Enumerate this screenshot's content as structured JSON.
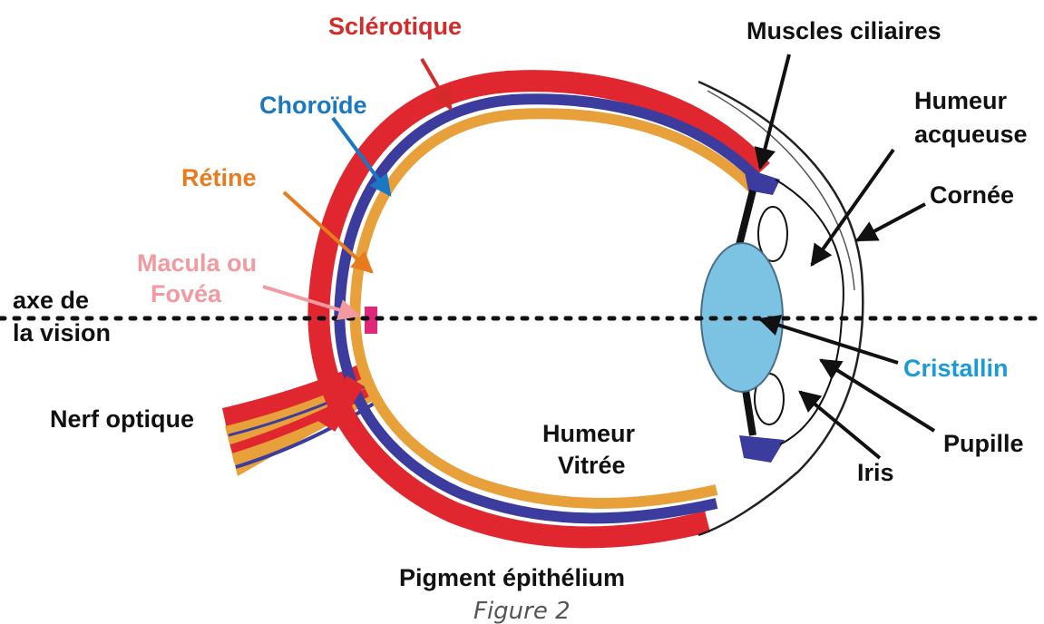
{
  "labels": {
    "sclerotique": "Sclérotique",
    "choroide": "Choroïde",
    "retine": "Rétine",
    "macula_l1": "Macula ou",
    "macula_l2": "Fovéa",
    "axe_l1": "axe de",
    "axe_l2": "la vision",
    "nerf": "Nerf optique",
    "muscles": "Muscles ciliaires",
    "humeur_aq_l1": "Humeur",
    "humeur_aq_l2": "acqueuse",
    "cornee": "Cornée",
    "cristallin": "Cristallin",
    "pupille": "Pupille",
    "iris": "Iris",
    "humeur_vit_l1": "Humeur",
    "humeur_vit_l2": "Vitrée",
    "pigment": "Pigment épithélium"
  },
  "caption": "Figure 2",
  "colors": {
    "sclerotique": "#e0262e",
    "choroide": "#3c3c9e",
    "retine": "#e8a13a",
    "macula": "#f0a0a8",
    "fovea": "#e0287a",
    "cristallin": "#7cc3e3",
    "cristallin_label": "#1a9bd8",
    "choroide_label": "#1a78c2",
    "retine_label": "#e87b1e",
    "sclerotique_label": "#d42a2a",
    "macula_label": "#f29aa0",
    "text": "#111111",
    "caption": "#555555"
  }
}
